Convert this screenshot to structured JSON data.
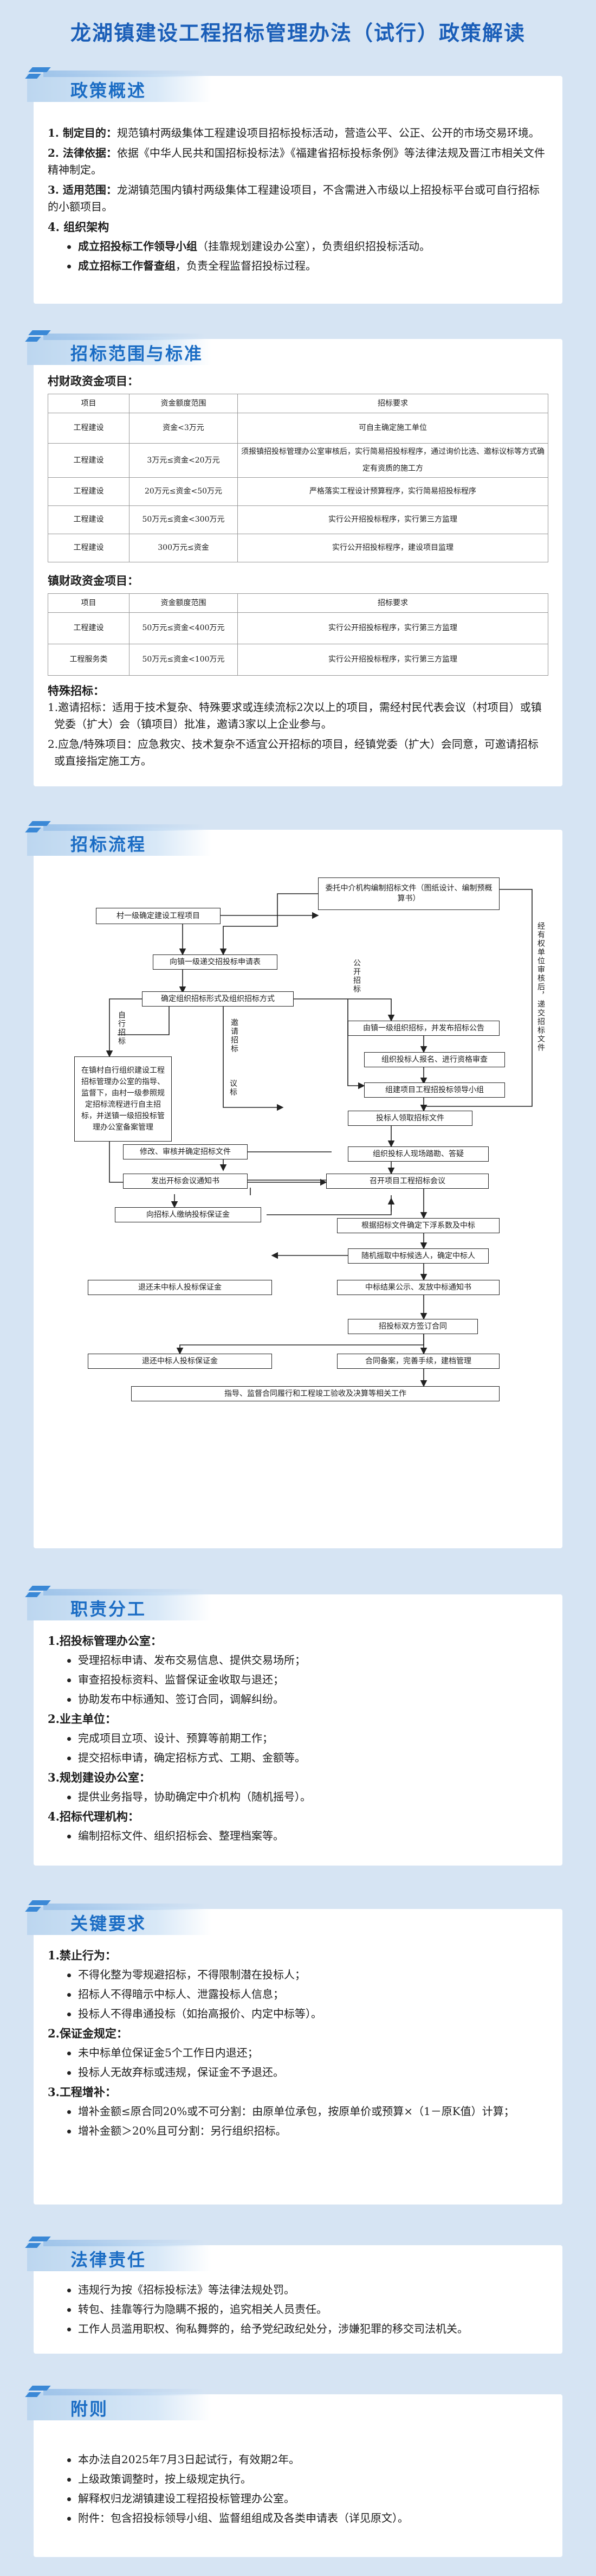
{
  "title": "龙湖镇建设工程招标管理办法（试行）政策解读",
  "overview": {
    "heading": "政策概述",
    "items": [
      {
        "label": "1. 制定目的：",
        "text": "规范镇村两级集体工程建设项目招标投标活动，营造公平、公正、公开的市场交易环境。"
      },
      {
        "label": "2. 法律依据：",
        "text": "依据《中华人民共和国招标投标法》《福建省招标投标条例》等法律法规及晋江市相关文件精神制定。"
      },
      {
        "label": "3. 适用范围：",
        "text": "龙湖镇范围内镇村两级集体工程建设项目，不含需进入市级以上招投标平台或可自行招标的小额项目。"
      }
    ],
    "org_label": "4. 组织架构",
    "org": [
      {
        "bold": "成立招投标工作领导小组",
        "text": "（挂靠规划建设办公室），负责组织招投标活动。"
      },
      {
        "bold": "成立招标工作督查组",
        "text": "，负责全程监督招投标过程。"
      }
    ]
  },
  "scope": {
    "heading": "招标范围与标准",
    "village_label": "村财政资金项目：",
    "village_headers": [
      "项目",
      "资金额度范围",
      "招标要求"
    ],
    "village_rows": [
      [
        "工程建设",
        "资金<3万元",
        "可自主确定施工单位"
      ],
      [
        "工程建设",
        "3万元≤资金<20万元",
        "须报镇招投标管理办公室审核后，实行简易招投标程序，通过询价比选、邀标议标等方式确定有资质的施工方"
      ],
      [
        "工程建设",
        "20万元≤资金<50万元",
        "严格落实工程设计预算程序，实行简易招投标程序"
      ],
      [
        "工程建设",
        "50万元≤资金<300万元",
        "实行公开招投标程序，实行第三方监理"
      ],
      [
        "工程建设",
        "300万元≤资金",
        "实行公开招投标程序，建设项目监理"
      ]
    ],
    "town_label": "镇财政资金项目：",
    "town_headers": [
      "项目",
      "资金额度范围",
      "招标要求"
    ],
    "town_rows": [
      [
        "工程建设",
        "50万元≤资金<400万元",
        "实行公开招投标程序，实行第三方监理"
      ],
      [
        "工程服务类",
        "50万元≤资金<100万元",
        "实行公开招投标程序，实行第三方监理"
      ]
    ],
    "special_label": "特殊招标：",
    "special": [
      "1.邀请招标：适用于技术复杂、特殊要求或连续流标2次以上的项目，需经村民代表会议（村项目）或镇党委（扩大）会（镇项目）批准，邀请3家以上企业参与。",
      "2.应急/特殊项目：应急救灾、技术复杂不适宜公开招标的项目，经镇党委（扩大）会同意，可邀请招标或直接指定施工方。"
    ]
  },
  "process": {
    "heading": "招标流程",
    "boxes": {
      "b1": "村一级确定建设工程项目",
      "b2": "委托中介机构编制招标文件（图纸设计、编制预概算书）",
      "b3": "向镇一级递交招投标申请表",
      "b4": "确定组织招标形式及组织招标方式",
      "b5": "由镇一级组织招标，并发布招标公告",
      "b6": "在镇村自行组织建设工程招标管理办公室的指导、监督下，由村一级参照规定招标流程进行自主招标，并送镇一级招投标管理办公室备案管理",
      "b7": "组织投标人报名、进行资格审查",
      "b8": "组建项目工程招投标领导小组",
      "b9": "投标人领取招标文件",
      "b10": "组织投标人现场踏勘、答疑",
      "b11": "修改、审核并确定招标文件",
      "b12": "发出开标会议通知书",
      "b13": "召开项目工程招标会议",
      "b14": "向招标人缴纳投标保证金",
      "b15": "根据招标文件确定下浮系数及中标",
      "b16": "随机摇取中标候选人，确定中标人",
      "b17": "退还未中标人投标保证金",
      "b18": "中标结果公示、发放中标通知书",
      "b19": "招投标双方签订合同",
      "b20": "退还中标人投标保证金",
      "b21": "合同备案，完善手续，建档管理",
      "b22": "指导、监督合同履行和工程竣工验收及决算等相关工作"
    },
    "labels": {
      "l1": "自行招标",
      "l2": "公开招标",
      "l3": "邀请招标",
      "l4": "议标",
      "l5": "经有权单位审核后，递交招标文件"
    }
  },
  "duties": {
    "heading": "职责分工",
    "groups": [
      {
        "label": "1.招投标管理办公室：",
        "items": [
          "受理招标申请、发布交易信息、提供交易场所；",
          "审查招投标资料、监督保证金收取与退还；",
          "协助发布中标通知、签订合同，调解纠纷。"
        ]
      },
      {
        "label": "2.业主单位：",
        "items": [
          "完成项目立项、设计、预算等前期工作；",
          "提交招标申请，确定招标方式、工期、金额等。"
        ]
      },
      {
        "label": "3.规划建设办公室：",
        "items": [
          "提供业务指导，协助确定中介机构（随机摇号）。"
        ]
      },
      {
        "label": "4.招标代理机构：",
        "items": [
          "编制招标文件、组织招标会、整理档案等。"
        ]
      }
    ]
  },
  "requirements": {
    "heading": "关键要求",
    "groups": [
      {
        "label": "1.禁止行为：",
        "items": [
          "不得化整为零规避招标，不得限制潜在投标人；",
          "招标人不得暗示中标人、泄露投标人信息；",
          "投标人不得串通投标（如抬高报价、内定中标等）。"
        ]
      },
      {
        "label": "2.保证金规定：",
        "items": [
          "未中标单位保证金5个工作日内退还；",
          "投标人无故弃标或违规，保证金不予退还。"
        ]
      },
      {
        "label": "3.工程增补：",
        "items": [
          "增补金额≤原合同20%或不可分割：由原单位承包，按原单价或预算×（1－原K值）计算；",
          "增补金额＞20%且可分割：另行组织招标。"
        ]
      }
    ]
  },
  "legal": {
    "heading": "法律责任",
    "items": [
      "违规行为按《招标投标法》等法律法规处罚。",
      "转包、挂靠等行为隐瞒不报的，追究相关人员责任。",
      "工作人员滥用职权、徇私舞弊的，给予党纪政纪处分，涉嫌犯罪的移交司法机关。"
    ]
  },
  "appendix": {
    "heading": "附则",
    "items": [
      "本办法自2025年7月3日起试行，有效期2年。",
      "上级政策调整时，按上级规定执行。",
      "解释权归龙湖镇建设工程招投标管理办公室。",
      "附件：包含招投标领导小组、监督组组成及各类申请表（详见原文）。"
    ]
  }
}
